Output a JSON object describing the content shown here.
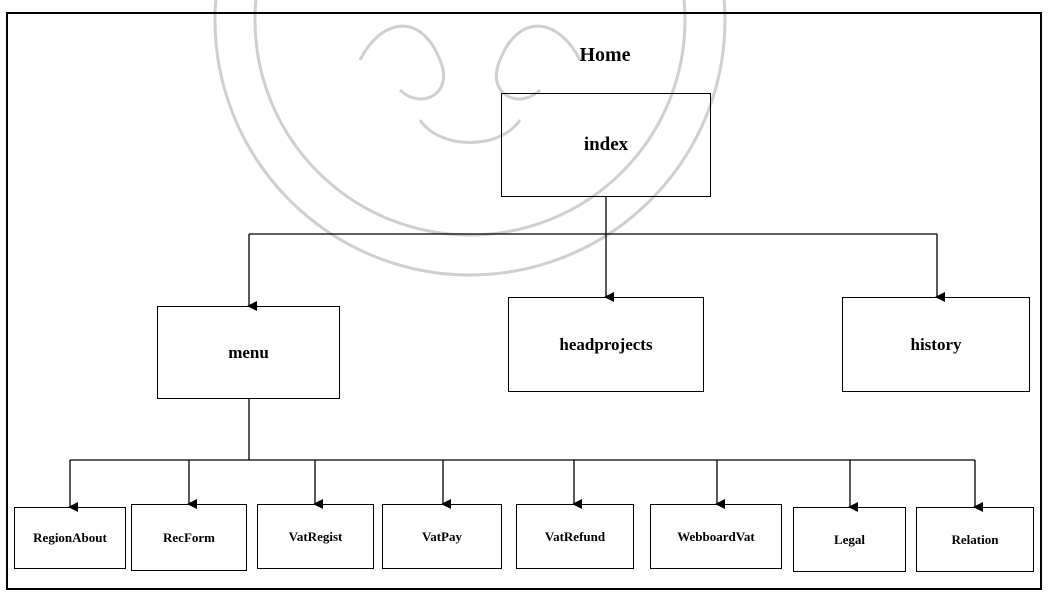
{
  "diagram": {
    "title": "Home",
    "root": {
      "label": "index"
    },
    "level1": [
      {
        "id": "menu",
        "label": "menu"
      },
      {
        "id": "headprojects",
        "label": "headprojects"
      },
      {
        "id": "history",
        "label": "history"
      }
    ],
    "level2": [
      {
        "id": "regionabout",
        "label": "RegionAbout"
      },
      {
        "id": "recform",
        "label": "RecForm"
      },
      {
        "id": "vatregist",
        "label": "VatRegist"
      },
      {
        "id": "vatpay",
        "label": "VatPay"
      },
      {
        "id": "vatrefund",
        "label": "VatRefund"
      },
      {
        "id": "webboardvat",
        "label": "WebboardVat"
      },
      {
        "id": "legal",
        "label": "Legal"
      },
      {
        "id": "relation",
        "label": "Relation"
      }
    ]
  },
  "colors": {
    "line": "#000000",
    "watermark": "#c8c8c8"
  }
}
